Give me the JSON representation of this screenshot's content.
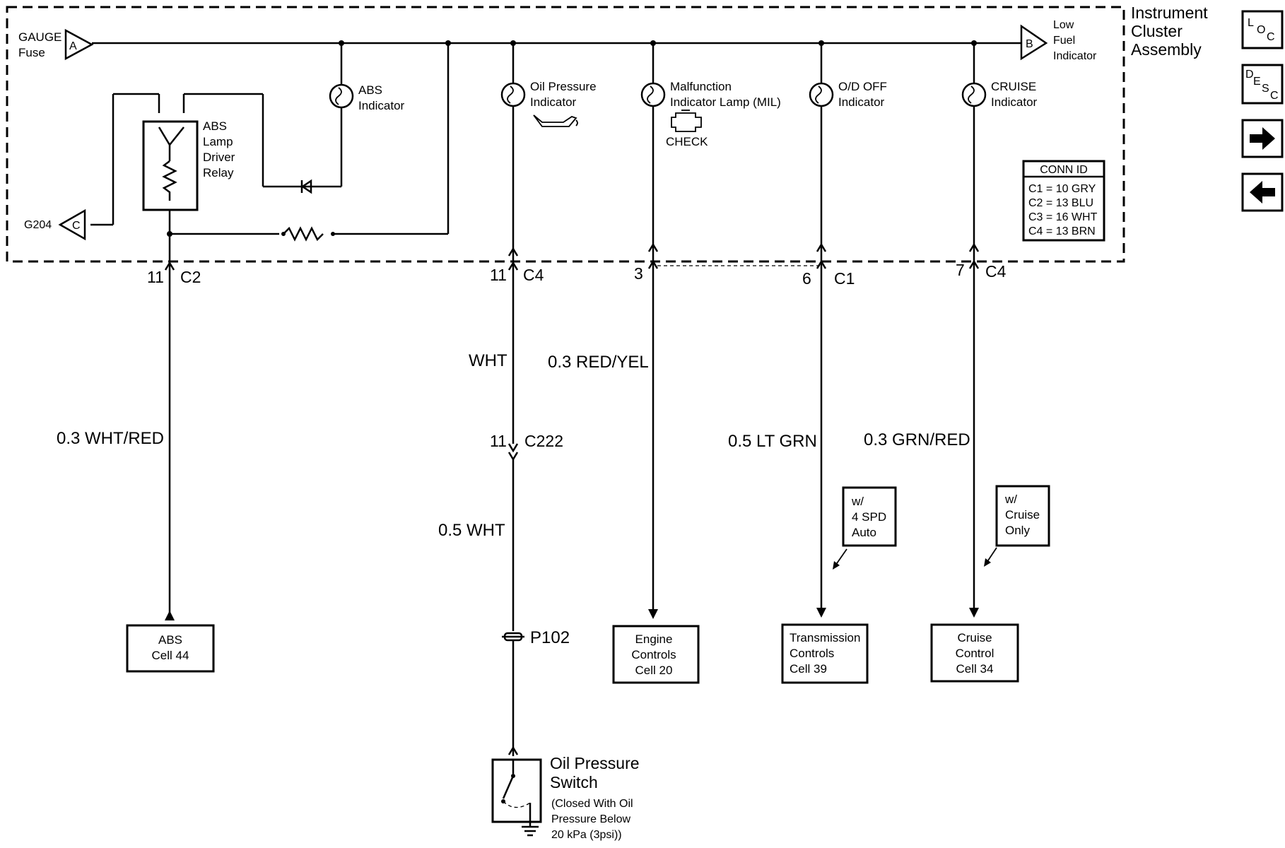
{
  "cluster": {
    "title_lines": [
      "Instrument",
      "Cluster",
      "Assembly"
    ]
  },
  "gauge_fuse": {
    "lines": [
      "GAUGE",
      "Fuse"
    ],
    "conn": "A"
  },
  "low_fuel": {
    "conn": "B",
    "lines": [
      "Low",
      "Fuel",
      "Indicator"
    ]
  },
  "ground": {
    "label": "G204",
    "conn": "C"
  },
  "relay": {
    "lines": [
      "ABS",
      "Lamp",
      "Driver",
      "Relay"
    ]
  },
  "indicators": {
    "abs": [
      "ABS",
      "Indicator"
    ],
    "oil": [
      "Oil Pressure",
      "Indicator"
    ],
    "mil": [
      "Malfunction",
      "Indicator Lamp (MIL)"
    ],
    "mil_check": "CHECK",
    "od": [
      "O/D OFF",
      "Indicator"
    ],
    "cruise": [
      "CRUISE",
      "Indicator"
    ]
  },
  "conn_id": {
    "title": "CONN ID",
    "rows": [
      "C1 = 10 GRY",
      "C2 = 13 BLU",
      "C3 = 16 WHT",
      "C4 = 13 BRN"
    ]
  },
  "pins": {
    "abs": {
      "pin": "11",
      "conn": "C2"
    },
    "oil": {
      "pin": "11",
      "conn": "C4"
    },
    "mil": {
      "pin": "3",
      "conn": ""
    },
    "od": {
      "pin": "6",
      "conn": "C1"
    },
    "cruise": {
      "pin": "7",
      "conn": "C4"
    }
  },
  "wires": {
    "abs": "0.3 WHT/RED",
    "oil_upper": "WHT",
    "oil_lower": "0.5 WHT",
    "mil": "0.3 RED/YEL",
    "od": "0.5 LT GRN",
    "cruise": "0.3 GRN/RED"
  },
  "c222": {
    "pin": "11",
    "conn": "C222"
  },
  "p102": "P102",
  "notes": {
    "spd": [
      "w/",
      "4 SPD",
      "Auto"
    ],
    "cruise": [
      "w/",
      "Cruise",
      "Only"
    ]
  },
  "dest_boxes": {
    "abs": [
      "ABS",
      "Cell 44"
    ],
    "engine": [
      "Engine",
      "Controls",
      "Cell 20"
    ],
    "trans": [
      "Transmission",
      "Controls",
      "Cell 39"
    ],
    "cruise": [
      "Cruise",
      "Control",
      "Cell 34"
    ]
  },
  "oil_switch": {
    "title_lines": [
      "Oil Pressure",
      "Switch"
    ],
    "note_lines": [
      "(Closed With Oil",
      "Pressure Below",
      "20 kPa (3psi))"
    ]
  },
  "nav": {
    "loc": "LOC",
    "desc": "DESC",
    "next_icon": "arrow-right-icon",
    "prev_icon": "arrow-left-icon"
  }
}
